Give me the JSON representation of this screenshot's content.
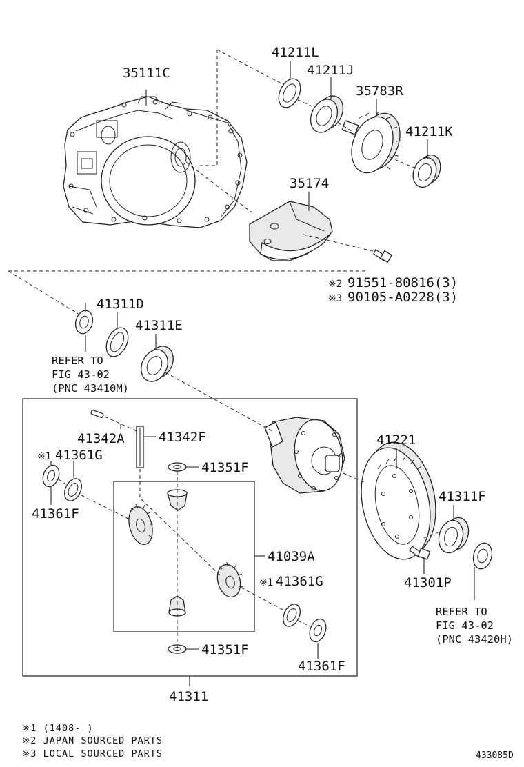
{
  "figure_id": "433085D",
  "parts": {
    "case": "35111C",
    "seal_41211L": "41211L",
    "bearing_41211J": "41211J",
    "gear_35783R": "35783R",
    "bearing_41211K": "41211K",
    "cover_35174": "35174",
    "bolt_japan": "91551-80816(3)",
    "bolt_local": "90105-A0228(3)",
    "seal_41311D": "41311D",
    "bearing_41311E": "41311E",
    "pin_41342A": "41342A",
    "shaft_41342F": "41342F",
    "washer_top": "41351F",
    "washer_bottom": "41351F",
    "washer_41361G_left": "41361G",
    "washer_41361F_left": "41361F",
    "pinion_set": "41039A",
    "washer_41361G_right": "41361G",
    "washer_41361F_right": "41361F",
    "ring_gear": "41221",
    "bearing_41311F": "41311F",
    "bolt_41301P": "41301P",
    "diff_assy": "41311"
  },
  "marks": {
    "mark1": "※1",
    "mark2": "※2",
    "mark3": "※3"
  },
  "refers": {
    "left": {
      "line1": "REFER TO",
      "line2": "FIG 43-02",
      "line3": "(PNC 43410M)"
    },
    "right": {
      "line1": "REFER TO",
      "line2": "FIG 43-02",
      "line3": "(PNC 43420H)"
    }
  },
  "notes": {
    "note1": "※1 (1408-     )",
    "note2": "※2 JAPAN SOURCED PARTS",
    "note3": "※3 LOCAL SOURCED PARTS"
  }
}
